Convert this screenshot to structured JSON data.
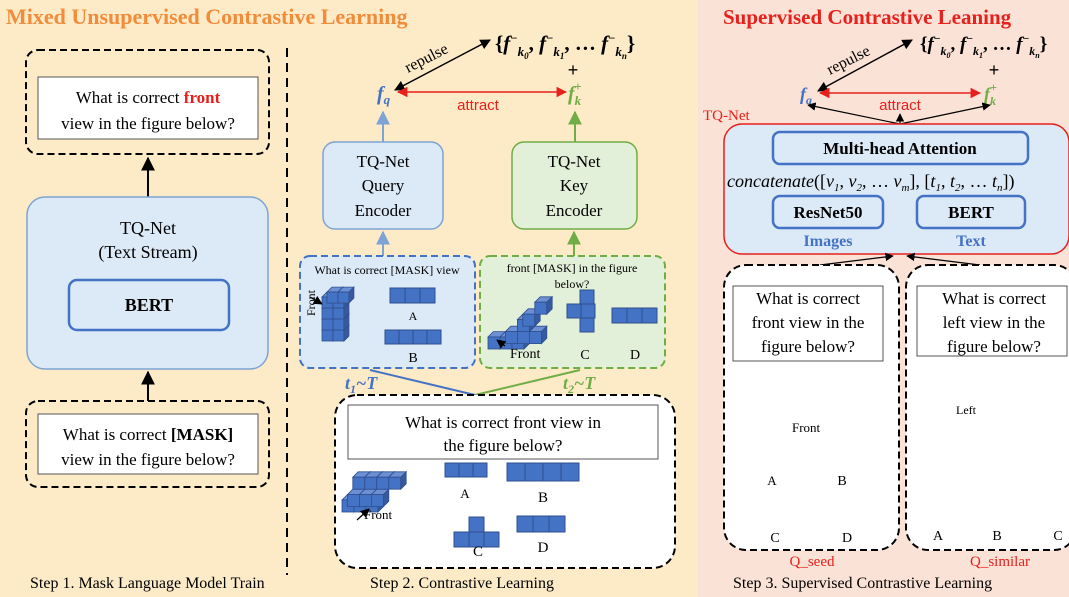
{
  "title_left": "Mixed Unsupervised Contrastive Learning",
  "title_right": "Supervised Contrastive Leaning",
  "step1": {
    "caption": "Step 1. Mask Language Model Train",
    "out_q_pre": "What is correct ",
    "out_q_red": "front",
    "out_q_line2": "view in the figure below?",
    "net_line1": "TQ-Net",
    "net_line2": "(Text Stream)",
    "bert": "BERT",
    "in_q_pre": "What is correct ",
    "in_q_mask": "[MASK]",
    "in_q_line2": "view in the figure below?"
  },
  "step2": {
    "caption": "Step 2. Contrastive Learning",
    "neg_set_open": "{",
    "neg_set_close": "}",
    "neg_set_mid": ", … ",
    "plus": "+",
    "repulse": "repulse",
    "attract": "attract",
    "fq": "f",
    "fq_sub": "q",
    "fk": "f",
    "fk_sub": "k",
    "fk_sup": "+",
    "query_enc_1": "TQ-Net",
    "query_enc_2": "Query",
    "query_enc_3": "Encoder",
    "key_enc_1": "TQ-Net",
    "key_enc_2": "Key",
    "key_enc_3": "Encoder",
    "q_aug_text": "What is correct [MASK] view",
    "k_aug_text_1": "front [MASK] in the figure",
    "k_aug_text_2": "below?",
    "t1": "t",
    "t1_sub": "1",
    "t1_rest": "~T",
    "t2": "t",
    "t2_sub": "2",
    "t2_rest": "~T",
    "label_front": "Front",
    "label_a": "A",
    "label_b": "B",
    "label_c": "C",
    "label_d": "D",
    "orig_q_1": "What is correct front view in",
    "orig_q_2": "the figure below?"
  },
  "step3": {
    "caption": "Step 3. Supervised Contrastive Learning",
    "tqnet": "TQ-Net",
    "mha": "Multi-head Attention",
    "concat": "concatenate([v1, v2, … vm], [t1, t2, … tn])",
    "resnet": "ResNet50",
    "bert": "BERT",
    "images": "Images",
    "text": "Text",
    "repulse": "repulse",
    "attract": "attract",
    "plus": "+",
    "seed_q_1": "What is correct",
    "seed_q_2": "front view in the",
    "seed_q_3": "figure below?",
    "sim_q_1": "What is correct",
    "sim_q_2": "left view in the",
    "sim_q_3": "figure below?",
    "label_front": "Front",
    "label_left": "Left",
    "label_a": "A",
    "label_b": "B",
    "label_c": "C",
    "label_d": "D",
    "q_seed": "Q_seed",
    "q_similar": "Q_similar"
  },
  "colors": {
    "bg_left": "#fdebc8",
    "bg_right": "#fae2d6",
    "title_orange": "#f08c3a",
    "title_red": "#e8201c",
    "net_fill": "#dce9f6",
    "net_stroke": "#7da4d4",
    "key_fill": "#e2efd9",
    "key_stroke": "#70ad47",
    "cube_blue": "#4472c4",
    "cube_dark": "#2f4f8f",
    "text_blue": "#4472c4",
    "green": "#70ad47",
    "red": "#e8201c"
  }
}
